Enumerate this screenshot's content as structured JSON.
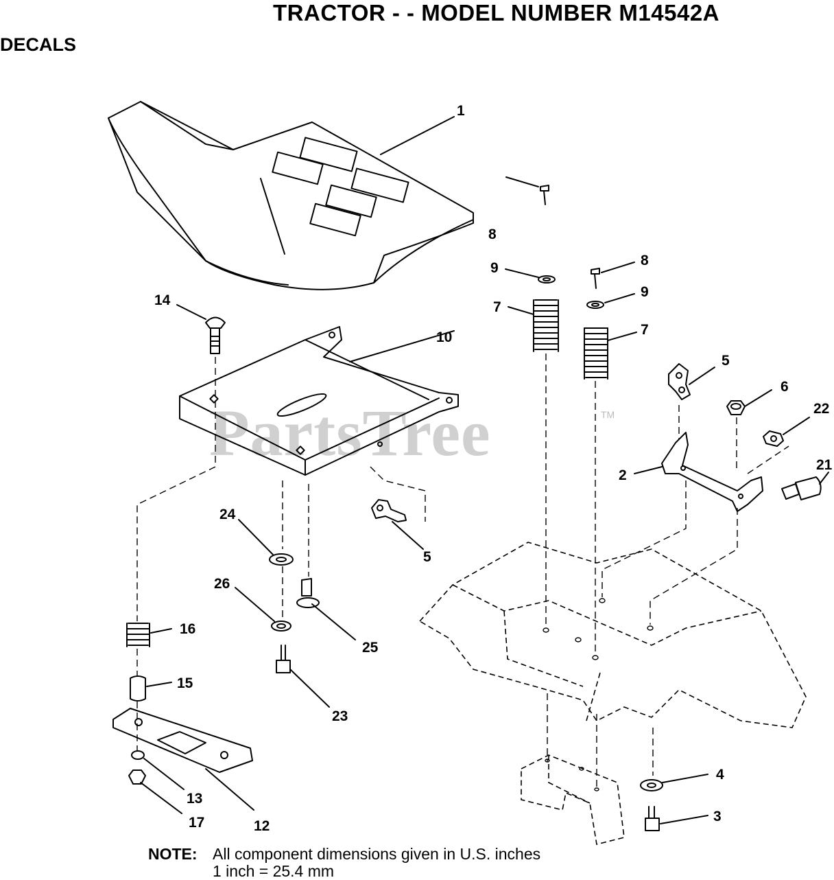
{
  "page": {
    "title": "TRACTOR - - MODEL NUMBER M14542A",
    "section": "DECALS",
    "watermark": "PartsTree",
    "watermark_mark": "TM",
    "note_label": "NOTE:",
    "note_line1": "All component dimensions given in U.S. inches",
    "note_line2": "1 inch = 25.4 mm"
  },
  "callouts": {
    "c1": "1",
    "c2": "2",
    "c3": "3",
    "c4": "4",
    "c5a": "5",
    "c5b": "5",
    "c6": "6",
    "c7a": "7",
    "c7b": "7",
    "c8a": "8",
    "c8b": "8",
    "c9a": "9",
    "c9b": "9",
    "c10": "10",
    "c12": "12",
    "c13": "13",
    "c14": "14",
    "c15": "15",
    "c16": "16",
    "c17": "17",
    "c21": "21",
    "c22": "22",
    "c23": "23",
    "c24": "24",
    "c25": "25",
    "c26": "26"
  }
}
